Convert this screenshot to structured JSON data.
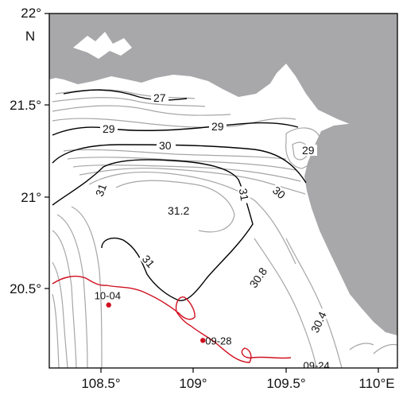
{
  "axes": {
    "x_ticks": [
      "108.5°",
      "109°",
      "109.5°",
      "110°E"
    ],
    "y_ticks": [
      "22°",
      "21.5°",
      "21°",
      "20.5°"
    ],
    "y_unit": "N",
    "lon_range": [
      108.3,
      110.0
    ],
    "lat_range": [
      20.2,
      22.0
    ]
  },
  "contour_labels": [
    "27",
    "29",
    "29",
    "29",
    "30",
    "30",
    "31",
    "31",
    "31",
    "31.2",
    "30.8",
    "30.4"
  ],
  "track": {
    "color": "#d01020",
    "points": [
      {
        "label": "10-04",
        "lon": 108.59,
        "lat": 20.52
      },
      {
        "label": "09-28",
        "lon": 109.05,
        "lat": 20.34
      },
      {
        "label": "09-24",
        "lon": 109.61,
        "lat": 20.13
      }
    ]
  },
  "colors": {
    "land": "#a8a8aa",
    "contour_dark": "#000000",
    "contour_light": "#a6a6a6",
    "track": "#d01020"
  }
}
